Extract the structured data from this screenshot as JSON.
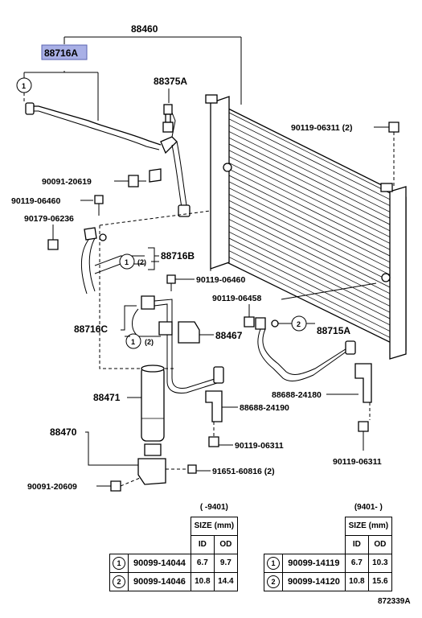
{
  "callouts": {
    "assembly": "88460",
    "hose_group": "88716A",
    "valve": "88375A",
    "bolt_top_right": "90119-06311 (2)",
    "clip_1": "90091-20619",
    "bolt_left_1": "90119-06460",
    "nut_left": "90179-06236",
    "pipe_b": "88716B",
    "circle_1_2_b": "(2)",
    "bolt_mid": "90119-06460",
    "bolt_mid2": "90119-06458",
    "pipe_c": "88716C",
    "circle_1_2_c": "(2)",
    "switch": "88467",
    "pipe_a": "88715A",
    "receiver": "88471",
    "receiver_assy": "88470",
    "bracket_right": "88688-24180",
    "bracket_mid": "88688-24190",
    "bolt_bottom_mid": "90119-06311",
    "bolt_bottom_right": "90119-06311",
    "bolt_clamp": "91651-60816 (2)",
    "clip_bottom": "90091-20609",
    "circle_1": "1",
    "circle_2": "2"
  },
  "table_left": {
    "range": "(      -9401)",
    "size_header": "SIZE (mm)",
    "col_id": "ID",
    "col_od": "OD",
    "rows": [
      {
        "no": "1",
        "part": "90099-14044",
        "id": "6.7",
        "od": "9.7"
      },
      {
        "no": "2",
        "part": "90099-14046",
        "id": "10.8",
        "od": "14.4"
      }
    ]
  },
  "table_right": {
    "range": "(9401-      )",
    "size_header": "SIZE (mm)",
    "col_id": "ID",
    "col_od": "OD",
    "rows": [
      {
        "no": "1",
        "part": "90099-14119",
        "id": "6.7",
        "od": "10.3"
      },
      {
        "no": "2",
        "part": "90099-14120",
        "id": "10.8",
        "od": "15.6"
      }
    ]
  },
  "reference": "872339A",
  "colors": {
    "highlight": "#a9b0e6"
  }
}
